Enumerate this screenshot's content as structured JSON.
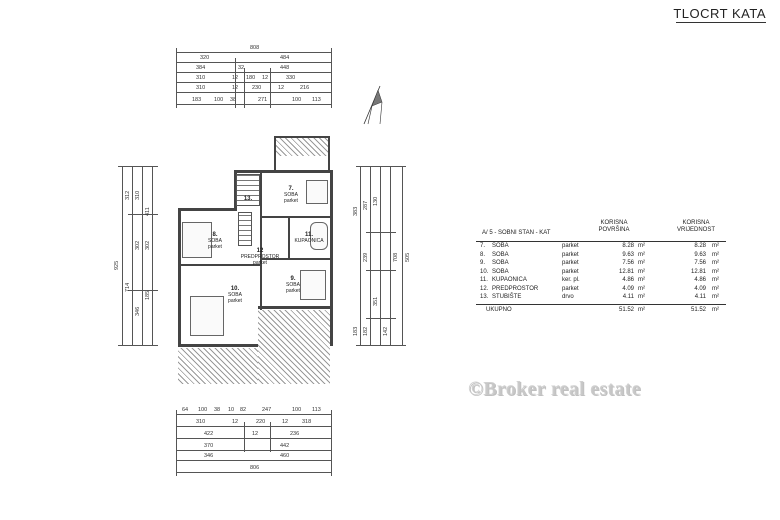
{
  "sheet": {
    "title": "TLOCRT KATA"
  },
  "top_dimensions": {
    "row1": [
      "808"
    ],
    "row2": [
      "320",
      "484"
    ],
    "row3": [
      "384",
      "32",
      "448"
    ],
    "row4": [
      "310",
      "12",
      "180",
      "12",
      "330"
    ],
    "row5": [
      "310",
      "12",
      "230",
      "12",
      "216"
    ],
    "row6": [
      "183",
      "100",
      "38",
      "271",
      "100",
      "113"
    ]
  },
  "bottom_dimensions": {
    "row1": [
      "64",
      "100",
      "38",
      "10",
      "82",
      "247",
      "100",
      "113"
    ],
    "row2": [
      "310",
      "12",
      "220",
      "12",
      "318"
    ],
    "row3": [
      "422",
      "12",
      "236"
    ],
    "row4": [
      "370",
      "442"
    ],
    "row5": [
      "346",
      "460"
    ],
    "row6": [
      "806"
    ]
  },
  "left_dimensions": [
    "925",
    "714",
    "302",
    "302",
    "346",
    "185",
    "312",
    "310",
    "411"
  ],
  "right_dimensions": [
    "383",
    "287",
    "130",
    "239",
    "351",
    "183",
    "182",
    "142",
    "708",
    "505"
  ],
  "rooms": [
    {
      "num": "7.",
      "label": "SOBA",
      "note": "parket"
    },
    {
      "num": "8.",
      "label": "SOBA",
      "note": "parket"
    },
    {
      "num": "9.",
      "label": "SOBA",
      "note": "parket"
    },
    {
      "num": "10.",
      "label": "SOBA",
      "note": "parket"
    },
    {
      "num": "11.",
      "label": "KUPAONICA",
      "note": ""
    },
    {
      "num": "12",
      "label": "PREDPROSTOR",
      "note": "parket"
    },
    {
      "num": "13.",
      "label": "",
      "note": ""
    }
  ],
  "table": {
    "unit_heading": "A/ 5 - SOBNI STAN - KAT",
    "area_heading": [
      "KORISNA",
      "POVRŠINA"
    ],
    "value_heading": [
      "KORISNA",
      "VRIJEDNOST"
    ],
    "rows": [
      {
        "num": "7.",
        "name": "SOBA",
        "floor": "parket",
        "area": "8.28",
        "unit1": "m²",
        "value": "8.28",
        "unit2": "m²"
      },
      {
        "num": "8.",
        "name": "SOBA",
        "floor": "parket",
        "area": "9.63",
        "unit1": "m²",
        "value": "9.63",
        "unit2": "m²"
      },
      {
        "num": "9.",
        "name": "SOBA",
        "floor": "parket",
        "area": "7.56",
        "unit1": "m²",
        "value": "7.56",
        "unit2": "m²"
      },
      {
        "num": "10.",
        "name": "SOBA",
        "floor": "parket",
        "area": "12.81",
        "unit1": "m²",
        "value": "12.81",
        "unit2": "m²"
      },
      {
        "num": "11.",
        "name": "KUPAONICA",
        "floor": "ker. pl.",
        "area": "4.86",
        "unit1": "m²",
        "value": "4.86",
        "unit2": "m²"
      },
      {
        "num": "12.",
        "name": "PREDPROSTOR",
        "floor": "parket",
        "area": "4.09",
        "unit1": "m²",
        "value": "4.09",
        "unit2": "m²"
      },
      {
        "num": "13.",
        "name": "STUBIŠTE",
        "floor": "drvo",
        "area": "4.11",
        "unit1": "m²",
        "value": "4.11",
        "unit2": "m²"
      }
    ],
    "total": {
      "name": "UKUPNO",
      "area": "51.52",
      "unit1": "m²",
      "value": "51.52",
      "unit2": "m²"
    }
  },
  "watermark": "©Broker real estate"
}
